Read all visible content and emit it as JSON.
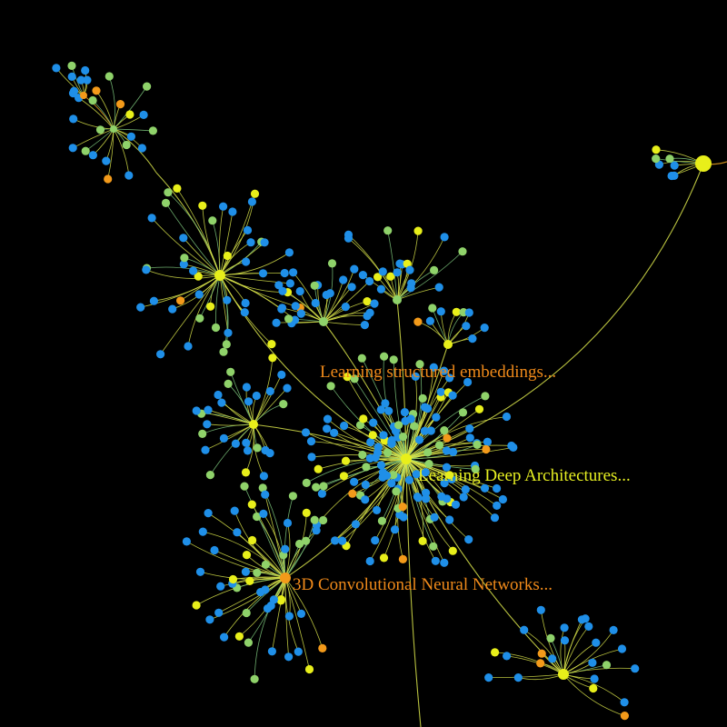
{
  "colors": {
    "background": "#000000",
    "edge": "#d8e34a",
    "edge_green": "#7fc97f",
    "edge_orange": "#e8a020",
    "node_blue": "#1f8fe8",
    "node_green": "#8fd26a",
    "node_yellow": "#e8ef1a",
    "node_orange": "#f39a1a",
    "label_orange": "#f08a1a",
    "label_yellow": "#e6ef22"
  },
  "labels": {
    "structured": "Learning structured embeddings...",
    "deep": "Learning Deep Architectures...",
    "conv3d": "3D Convolutional Neural Networks..."
  }
}
